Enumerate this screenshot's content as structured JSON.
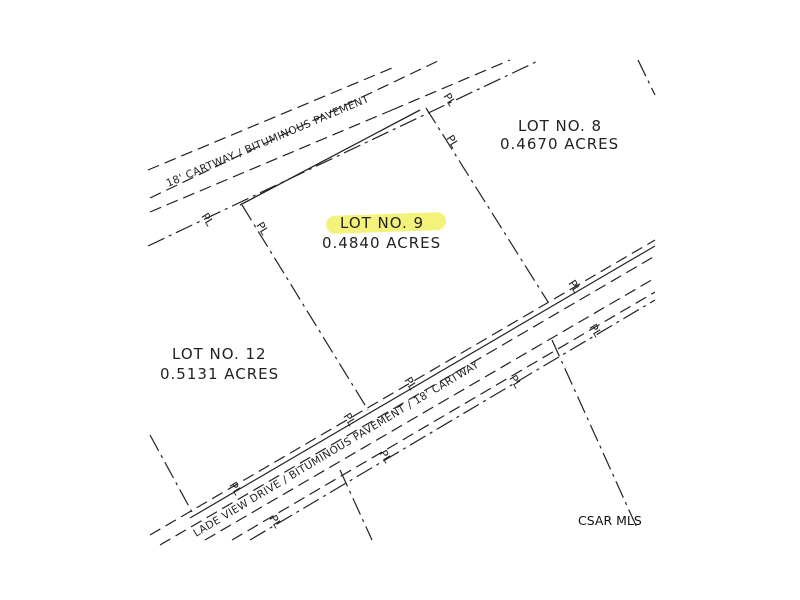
{
  "map": {
    "lots": [
      {
        "id": "lot-8",
        "name": "LOT NO. 8",
        "area": "0.4670 ACRES",
        "highlighted": false
      },
      {
        "id": "lot-9",
        "name": "LOT NO. 9",
        "area": "0.4840 ACRES",
        "highlighted": true
      },
      {
        "id": "lot-12",
        "name": "LOT NO. 12",
        "area": "0.5131 ACRES",
        "highlighted": false
      }
    ],
    "roads": {
      "north": "18' CARTWAY / BITUMINOUS PAVEMENT",
      "south": "LADE VIEW DRIVE / BITUMINOUS PAVEMENT / 18' CARTWAY"
    },
    "property_line_symbol": "PL",
    "highlight_color": "#f4f27a",
    "line_color": "#222222"
  },
  "watermark": "CSAR MLS"
}
